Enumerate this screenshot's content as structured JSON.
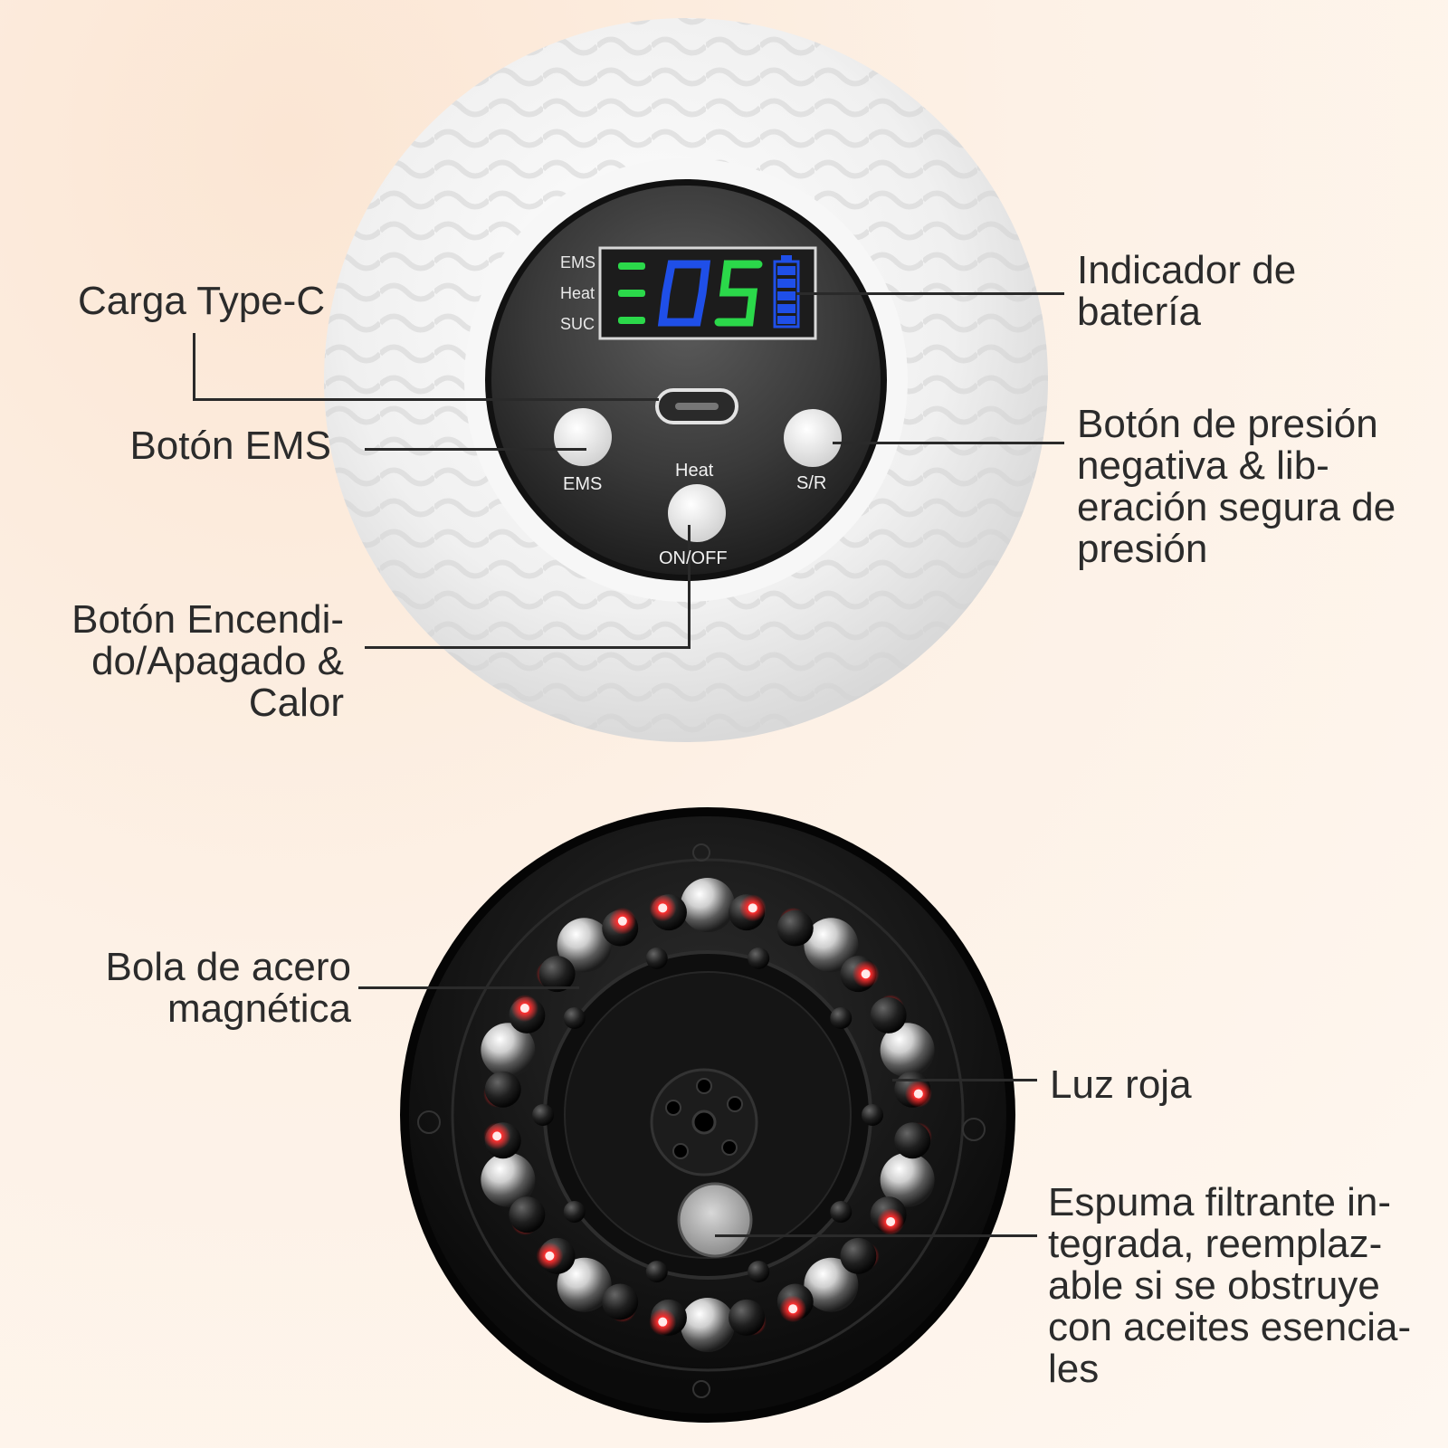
{
  "top_device": {
    "lcd": {
      "mode_labels": [
        "EMS",
        "Heat",
        "SUC"
      ],
      "digits": "05",
      "colors": {
        "segment_green": "#2bd84a",
        "segment_blue": "#1f4fe8",
        "battery_blue": "#1f4fe8"
      }
    },
    "buttons": {
      "ems": "EMS",
      "heat": "Heat",
      "sr": "S/R",
      "onoff": "ON/OFF"
    }
  },
  "callouts": {
    "type_c": "Carga Type-C",
    "ems_button": "Botón EMS",
    "power_button": "Botón Encendi-\ndo/Apagado &\nCalor",
    "battery": "Indicador de\nbatería",
    "pressure_button": "Botón de presión\nnegativa & lib-\neración segura de\npresión",
    "steel_ball": "Bola de acero\nmagnética",
    "red_light": "Luz roja",
    "filter_foam": "Espuma filtrante in-\ntegrada, reemplaz-\nable si se obstruye\ncon aceites esencia-\nles"
  },
  "colors": {
    "red_light": "#ff2a2a",
    "device_black": "#161616",
    "device_white": "#f4f4f4"
  }
}
